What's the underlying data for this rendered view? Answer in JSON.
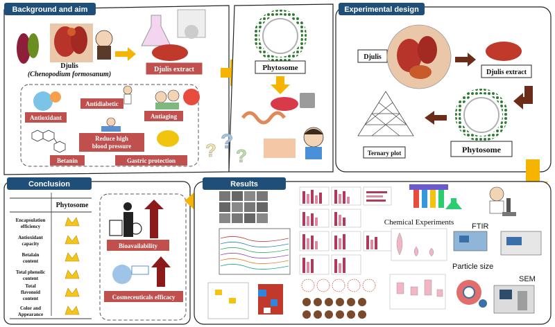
{
  "panels": {
    "background": {
      "title": "Background and aim",
      "djulis_name": "Djulis",
      "djulis_latin": "(Chenopodium formosanum)",
      "extract": "Djulis extract",
      "benefits": [
        "Antioxidant",
        "Antidiabetic",
        "Antiaging",
        "Reduce high",
        "blood pressure",
        "Betanin",
        "Gastric protection"
      ]
    },
    "phytosome_panel": {
      "label": "Phytosome"
    },
    "experimental": {
      "title": "Experimental design",
      "djulis": "Djulis",
      "extract": "Djulis extract",
      "phytosome": "Phytosome",
      "ternary": "Ternary plot"
    },
    "conclusion": {
      "title": "Conclusion",
      "table_header": "Phytosome",
      "rows": [
        "Encapsulation",
        "efficiency",
        "Antioxidant",
        "capacity",
        "Betalain",
        "content",
        "Total phenolic",
        "content",
        "Total",
        "flavonoid",
        "content",
        "Color and",
        "Appearance"
      ],
      "bioavailability": "Bioavailability",
      "cosmeceuticals": "Cosmeceuticals efficacy"
    },
    "results": {
      "title": "Results",
      "chemical": "Chemical Experiments",
      "ftir": "FTIR",
      "particle": "Particle size",
      "sem": "SEM"
    }
  },
  "colors": {
    "header_blue": "#1f4e79",
    "label_red": "#c0504d",
    "arrow_orange": "#f5b400",
    "arrow_brown": "#6b2d1a",
    "djulis_red": "#c0392b"
  }
}
